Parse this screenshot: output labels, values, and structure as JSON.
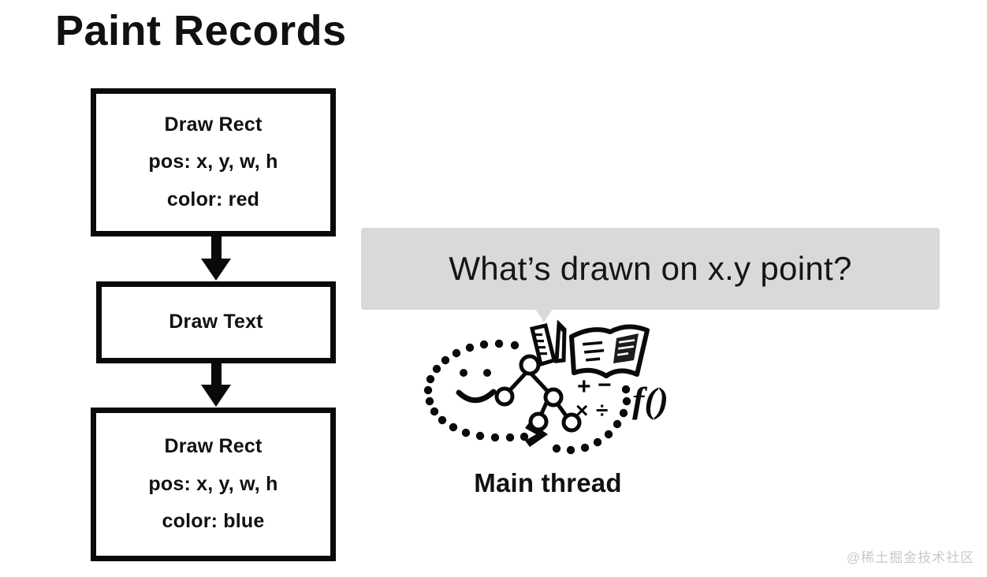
{
  "slide": {
    "title": "Paint Records",
    "background_color": "#ffffff",
    "ink_color": "#0a0a0a",
    "bubble_color": "#d9d9d9"
  },
  "paint_records": [
    {
      "name": "draw-rect-red",
      "lines": [
        "Draw Rect",
        "pos: x, y, w, h",
        "color: red"
      ]
    },
    {
      "name": "draw-text",
      "lines": [
        "Draw Text"
      ]
    },
    {
      "name": "draw-rect-blue",
      "lines": [
        "Draw Rect",
        "pos: x, y, w, h",
        "color: blue"
      ]
    }
  ],
  "arrows": [
    {
      "name": "arrow-rect-to-text",
      "direction": "down"
    },
    {
      "name": "arrow-text-to-rect",
      "direction": "down"
    }
  ],
  "question_bubble": {
    "text": "What’s drawn on x.y point?",
    "tail": "down"
  },
  "thread": {
    "label": "Main thread",
    "icons": [
      "smiley-face-icon",
      "dotted-ellipse-icon",
      "chevron-right-icon",
      "ruler-icon",
      "pencil-icon",
      "open-book-icon",
      "node-tree-icon",
      "math-operators-icon",
      "function-notation-icon"
    ],
    "math_symbols": [
      "+",
      "−",
      "×",
      "÷"
    ],
    "function_notation": "f()"
  },
  "watermark": {
    "text": "@稀土掘金技术社区"
  }
}
